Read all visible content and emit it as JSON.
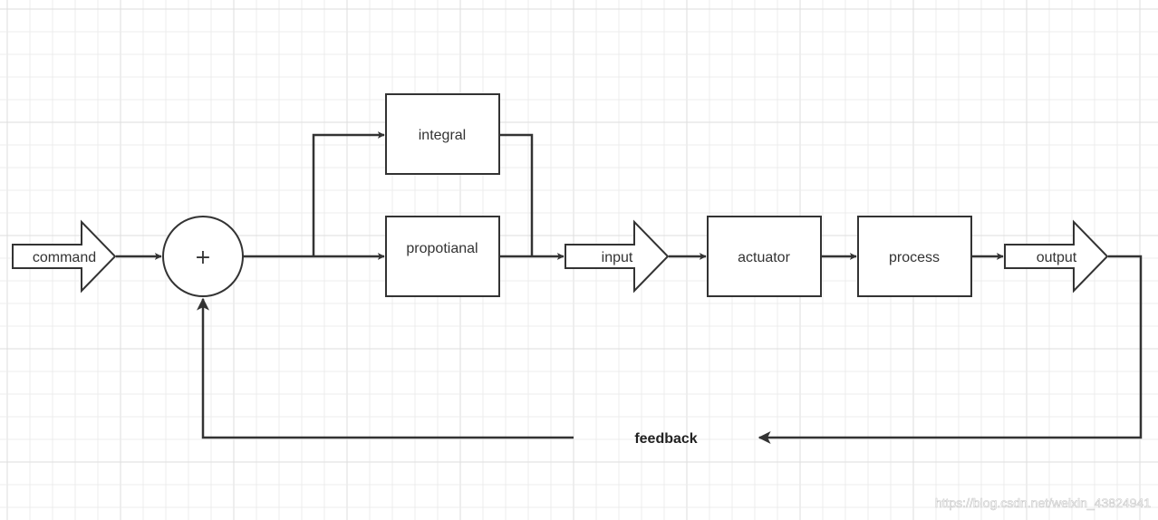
{
  "colors": {
    "background": "#ffffff",
    "grid_minor": "#ececec",
    "grid_major": "#dedede",
    "stroke": "#333333"
  },
  "nodes": {
    "command": "command",
    "summing_junction": "+",
    "integral": "integral",
    "proportional": "propotianal",
    "input": "input",
    "actuator": "actuator",
    "process": "process",
    "output": "output"
  },
  "feedback_label": "feedback",
  "watermark": "https://blog.csdn.net/weixin_43824941"
}
